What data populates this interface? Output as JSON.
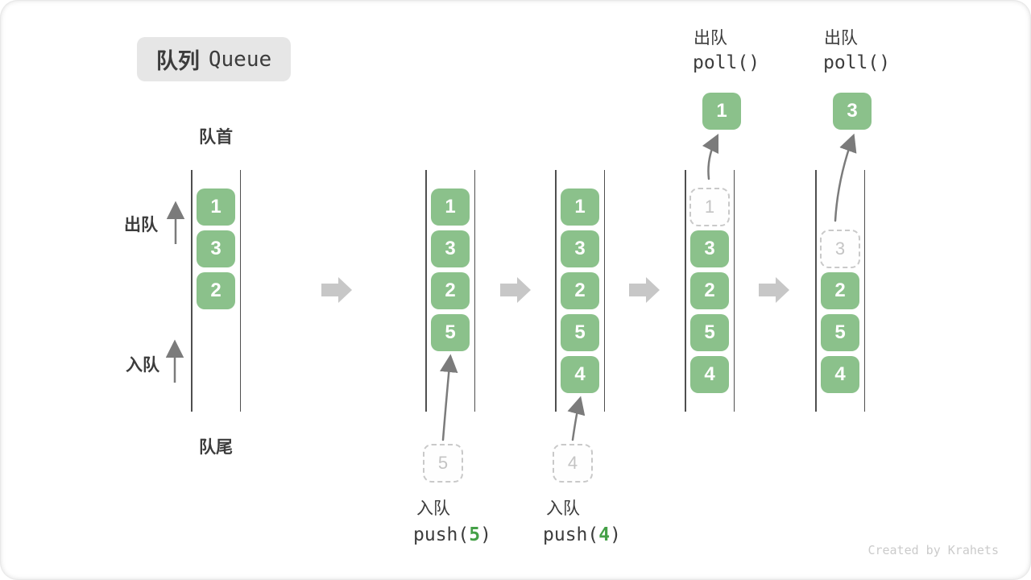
{
  "badge": {
    "title_zh": "队列",
    "title_en": "Queue"
  },
  "side_labels": {
    "front": "队首",
    "rear": "队尾",
    "dequeue": "出队",
    "enqueue": "入队"
  },
  "footer": {
    "credit": "Created by Krahets"
  },
  "colors": {
    "item_green": "#8bc18b",
    "item_text": "#ffffff",
    "code_arg_green": "#44a047",
    "wall_gray": "#4f4f4f",
    "text_dark": "#3c3c3c",
    "arrow_gray": "#7b7b7b",
    "block_arrow_gray": "#c7c7c7",
    "ghost_border": "#c9c9c9",
    "ghost_text": "#c4c4c4",
    "badge_bg": "#e6e6e6",
    "credit_gray": "#cbcbcb"
  },
  "diagram": {
    "type": "queue-fifo-operations",
    "description": "队列 Queue — enqueue (push) at the rear, dequeue (poll) from the front",
    "states": [
      {
        "id": 1,
        "slots": [
          {
            "slot": 0,
            "value": "1",
            "style": "solid"
          },
          {
            "slot": 1,
            "value": "3",
            "style": "solid"
          },
          {
            "slot": 2,
            "value": "2",
            "style": "solid"
          }
        ]
      },
      {
        "id": 2,
        "slots": [
          {
            "slot": 0,
            "value": "1",
            "style": "solid"
          },
          {
            "slot": 1,
            "value": "3",
            "style": "solid"
          },
          {
            "slot": 2,
            "value": "2",
            "style": "solid"
          },
          {
            "slot": 3,
            "value": "5",
            "style": "solid"
          }
        ],
        "enqueue": {
          "ghost_value": "5",
          "action_zh": "入队",
          "code_pre": "push(",
          "code_arg": "5",
          "code_post": ")"
        }
      },
      {
        "id": 3,
        "slots": [
          {
            "slot": 0,
            "value": "1",
            "style": "solid"
          },
          {
            "slot": 1,
            "value": "3",
            "style": "solid"
          },
          {
            "slot": 2,
            "value": "2",
            "style": "solid"
          },
          {
            "slot": 3,
            "value": "5",
            "style": "solid"
          },
          {
            "slot": 4,
            "value": "4",
            "style": "solid"
          }
        ],
        "enqueue": {
          "ghost_value": "4",
          "action_zh": "入队",
          "code_pre": "push(",
          "code_arg": "4",
          "code_post": ")"
        }
      },
      {
        "id": 4,
        "slots": [
          {
            "slot": 0,
            "value": "1",
            "style": "dashed"
          },
          {
            "slot": 1,
            "value": "3",
            "style": "solid"
          },
          {
            "slot": 2,
            "value": "2",
            "style": "solid"
          },
          {
            "slot": 3,
            "value": "5",
            "style": "solid"
          },
          {
            "slot": 4,
            "value": "4",
            "style": "solid"
          }
        ],
        "dequeue": {
          "out_value": "1",
          "action_zh": "出队",
          "code": "poll()"
        }
      },
      {
        "id": 5,
        "slots": [
          {
            "slot": 1,
            "value": "3",
            "style": "dashed"
          },
          {
            "slot": 2,
            "value": "2",
            "style": "solid"
          },
          {
            "slot": 3,
            "value": "5",
            "style": "solid"
          },
          {
            "slot": 4,
            "value": "4",
            "style": "solid"
          }
        ],
        "dequeue": {
          "out_value": "3",
          "action_zh": "出队",
          "code": "poll()"
        }
      }
    ]
  }
}
